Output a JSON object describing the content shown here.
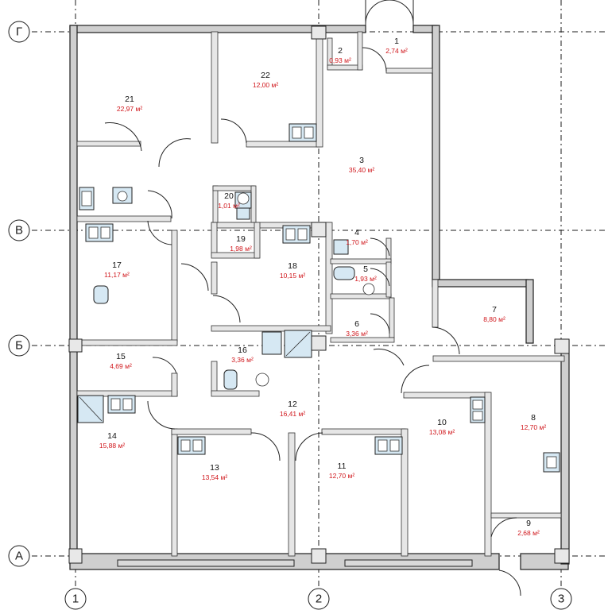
{
  "plan": {
    "axes_horizontal": [
      {
        "id": "ax-g",
        "label": "Г"
      },
      {
        "id": "ax-v",
        "label": "В"
      },
      {
        "id": "ax-b",
        "label": "Б"
      },
      {
        "id": "ax-a",
        "label": "А"
      }
    ],
    "axes_vertical": [
      {
        "id": "ax-1",
        "label": "1"
      },
      {
        "id": "ax-2",
        "label": "2"
      },
      {
        "id": "ax-3",
        "label": "3"
      }
    ],
    "rooms": [
      {
        "number": "1",
        "area": "2,74 м²"
      },
      {
        "number": "2",
        "area": "0,93 м²"
      },
      {
        "number": "3",
        "area": "35,40 м²"
      },
      {
        "number": "4",
        "area": "1,70 м²"
      },
      {
        "number": "5",
        "area": "1,93 м²"
      },
      {
        "number": "6",
        "area": "3,36 м²"
      },
      {
        "number": "7",
        "area": "8,80 м²"
      },
      {
        "number": "8",
        "area": "12,70 м²"
      },
      {
        "number": "9",
        "area": "2,68 м²"
      },
      {
        "number": "10",
        "area": "13,08 м²"
      },
      {
        "number": "11",
        "area": "12,70 м²"
      },
      {
        "number": "12",
        "area": "16,41 м²"
      },
      {
        "number": "13",
        "area": "13,54 м²"
      },
      {
        "number": "14",
        "area": "15,88 м²"
      },
      {
        "number": "15",
        "area": "4,69 м²"
      },
      {
        "number": "16",
        "area": "3,36 м²"
      },
      {
        "number": "17",
        "area": "11,17 м²"
      },
      {
        "number": "18",
        "area": "10,15 м²"
      },
      {
        "number": "19",
        "area": "1,98 м²"
      },
      {
        "number": "20",
        "area": "1,01 м²"
      },
      {
        "number": "21",
        "area": "22,97 м²"
      },
      {
        "number": "22",
        "area": "12,00 м²"
      }
    ],
    "colors": {
      "area_text": "#d0161b",
      "wall": "#d9d9d9",
      "fixture": "#d6e8f3",
      "line": "#1b1b1b"
    }
  }
}
